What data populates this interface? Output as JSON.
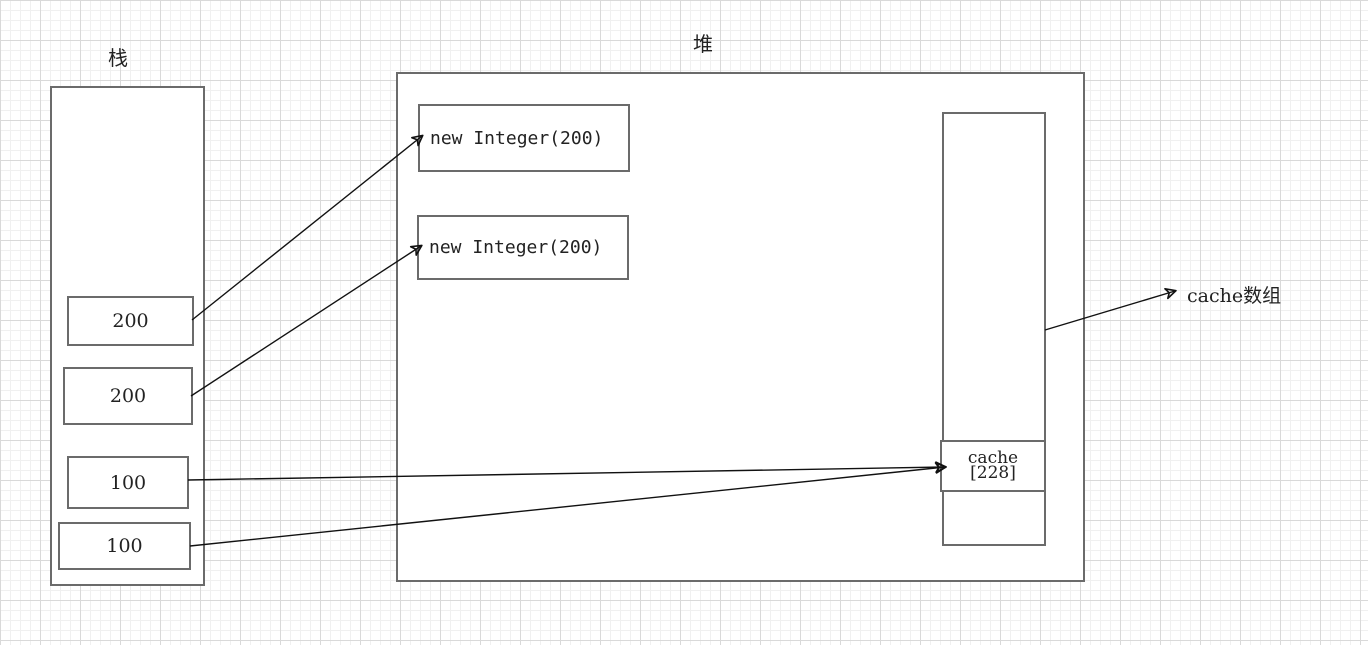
{
  "stack": {
    "title": "栈",
    "values": [
      "200",
      "200",
      "100",
      "100"
    ]
  },
  "heap": {
    "title": "堆",
    "objects": [
      "new Integer(200)",
      "new Integer(200)"
    ],
    "cache_cell_line1": "cache",
    "cache_cell_line2": "[228]",
    "cache_array_label": "cache数组"
  },
  "colors": {
    "border": "#6b6b6b",
    "arrow": "#111111",
    "grid": "#d9d9d9"
  }
}
